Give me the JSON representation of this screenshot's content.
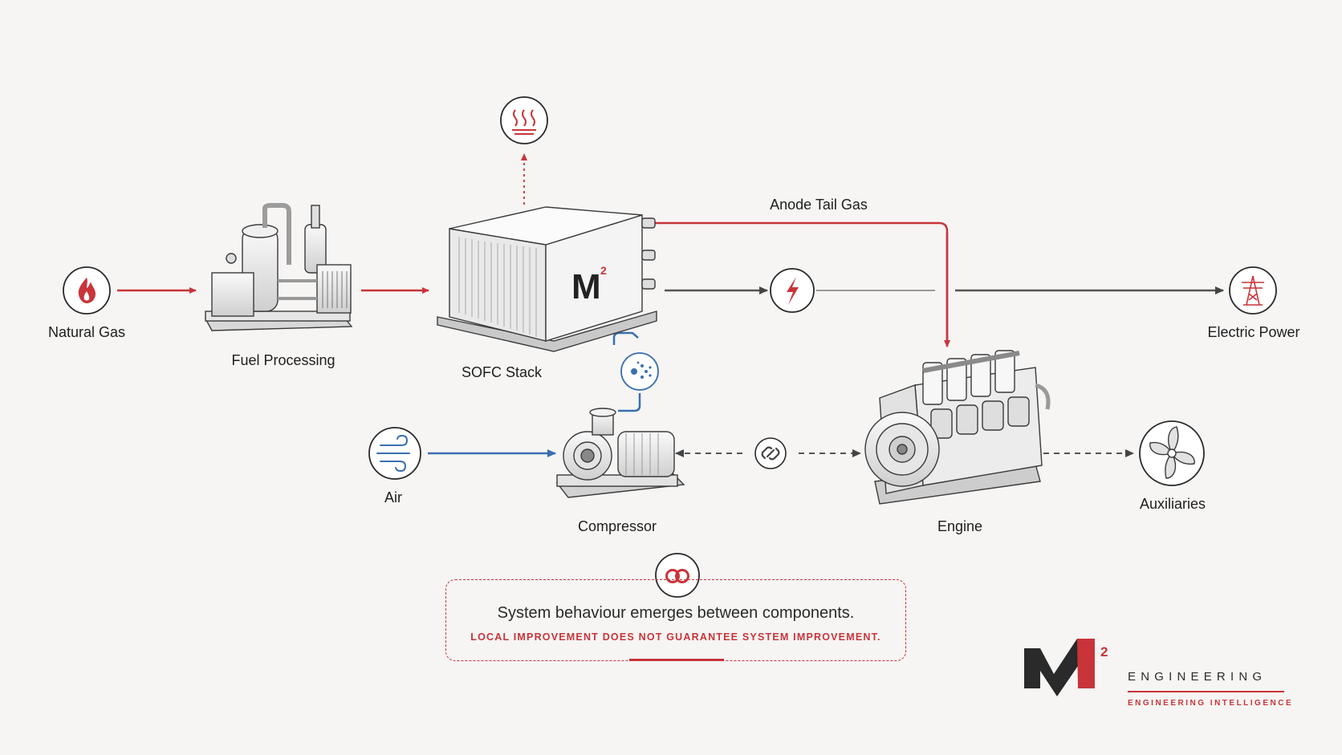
{
  "nodes": {
    "natural_gas": "Natural Gas",
    "fuel_processing": "Fuel Processing",
    "sofc_stack": "SOFC Stack",
    "electric_power": "Electric Power",
    "air": "Air",
    "compressor": "Compressor",
    "engine": "Engine",
    "auxiliaries": "Auxiliaries"
  },
  "flows": {
    "anode_tail_gas": "Anode Tail Gas"
  },
  "note": {
    "main": "System behaviour emerges between components.",
    "sub": "LOCAL IMPROVEMENT DOES NOT GUARANTEE SYSTEM IMPROVEMENT."
  },
  "brand": {
    "wordmark": "ENGINEERING",
    "tagline": "ENGINEERING INTELLIGENCE"
  },
  "icons": [
    "flame-icon",
    "heat-icon",
    "lightning-icon",
    "power-pylon-icon",
    "wind-icon",
    "dots-icon",
    "coupling-icon",
    "fan-icon",
    "link-icon"
  ],
  "colors": {
    "accent_red": "#c8343a",
    "air_blue": "#3a6fb0",
    "mech_gray": "#555555"
  }
}
